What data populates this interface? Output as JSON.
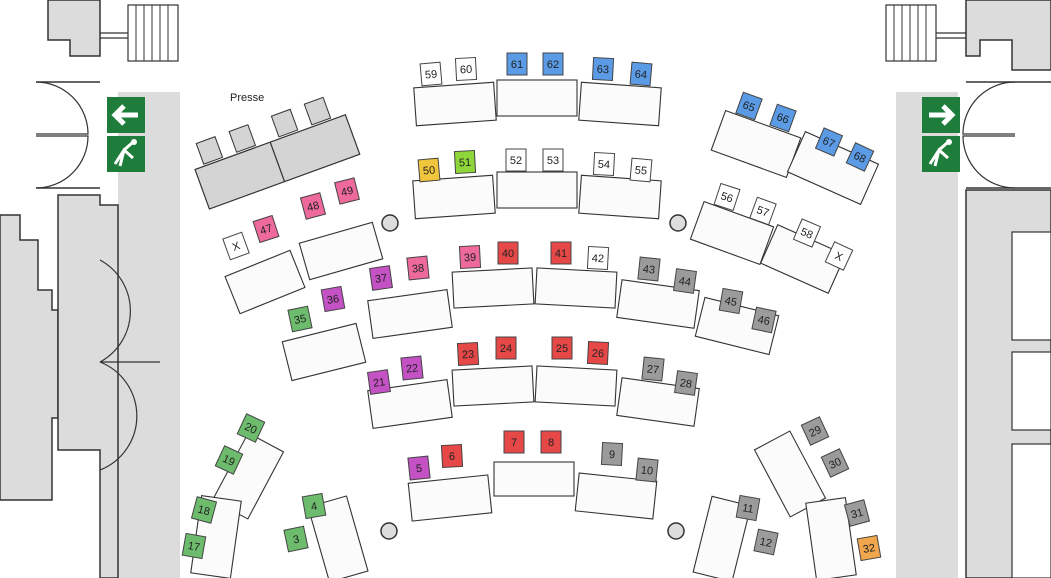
{
  "labels": {
    "presse": "Presse"
  },
  "colors": {
    "green": "#6dbb6d",
    "purple": "#c452c4",
    "pink": "#ee6a9c",
    "red": "#e64848",
    "blue": "#5b9be6",
    "grey": "#9b9b9b",
    "yellow": "#f2c63c",
    "lime": "#8fd63a",
    "orange": "#f0a64c",
    "white": "#ffffff",
    "desk": "#fbfbfb",
    "wall": "#dcdcdc",
    "exit": "#1e7d3a"
  },
  "seats": [
    {
      "n": "59",
      "c": "white"
    },
    {
      "n": "60",
      "c": "white"
    },
    {
      "n": "61",
      "c": "blue"
    },
    {
      "n": "62",
      "c": "blue"
    },
    {
      "n": "63",
      "c": "blue"
    },
    {
      "n": "64",
      "c": "blue"
    },
    {
      "n": "65",
      "c": "blue"
    },
    {
      "n": "66",
      "c": "blue"
    },
    {
      "n": "67",
      "c": "blue"
    },
    {
      "n": "68",
      "c": "blue"
    },
    {
      "n": "50",
      "c": "yellow"
    },
    {
      "n": "51",
      "c": "lime"
    },
    {
      "n": "52",
      "c": "white"
    },
    {
      "n": "53",
      "c": "white"
    },
    {
      "n": "54",
      "c": "white"
    },
    {
      "n": "55",
      "c": "white"
    },
    {
      "n": "56",
      "c": "white"
    },
    {
      "n": "57",
      "c": "white"
    },
    {
      "n": "58",
      "c": "white"
    },
    {
      "n": "X",
      "c": "white"
    },
    {
      "n": "X",
      "c": "white"
    },
    {
      "n": "47",
      "c": "pink"
    },
    {
      "n": "48",
      "c": "pink"
    },
    {
      "n": "49",
      "c": "pink"
    },
    {
      "n": "35",
      "c": "green"
    },
    {
      "n": "36",
      "c": "purple"
    },
    {
      "n": "37",
      "c": "purple"
    },
    {
      "n": "38",
      "c": "pink"
    },
    {
      "n": "39",
      "c": "pink"
    },
    {
      "n": "40",
      "c": "red"
    },
    {
      "n": "41",
      "c": "red"
    },
    {
      "n": "42",
      "c": "white"
    },
    {
      "n": "43",
      "c": "grey"
    },
    {
      "n": "44",
      "c": "grey"
    },
    {
      "n": "45",
      "c": "grey"
    },
    {
      "n": "46",
      "c": "grey"
    },
    {
      "n": "21",
      "c": "purple"
    },
    {
      "n": "22",
      "c": "purple"
    },
    {
      "n": "23",
      "c": "red"
    },
    {
      "n": "24",
      "c": "red"
    },
    {
      "n": "25",
      "c": "red"
    },
    {
      "n": "26",
      "c": "red"
    },
    {
      "n": "27",
      "c": "grey"
    },
    {
      "n": "28",
      "c": "grey"
    },
    {
      "n": "5",
      "c": "purple"
    },
    {
      "n": "6",
      "c": "red"
    },
    {
      "n": "7",
      "c": "red"
    },
    {
      "n": "8",
      "c": "red"
    },
    {
      "n": "9",
      "c": "grey"
    },
    {
      "n": "10",
      "c": "grey"
    },
    {
      "n": "20",
      "c": "green"
    },
    {
      "n": "19",
      "c": "green"
    },
    {
      "n": "18",
      "c": "green"
    },
    {
      "n": "17",
      "c": "green"
    },
    {
      "n": "4",
      "c": "green"
    },
    {
      "n": "3",
      "c": "green"
    },
    {
      "n": "29",
      "c": "grey"
    },
    {
      "n": "30",
      "c": "grey"
    },
    {
      "n": "31",
      "c": "grey"
    },
    {
      "n": "32",
      "c": "orange"
    },
    {
      "n": "11",
      "c": "grey"
    },
    {
      "n": "12",
      "c": "grey"
    }
  ]
}
